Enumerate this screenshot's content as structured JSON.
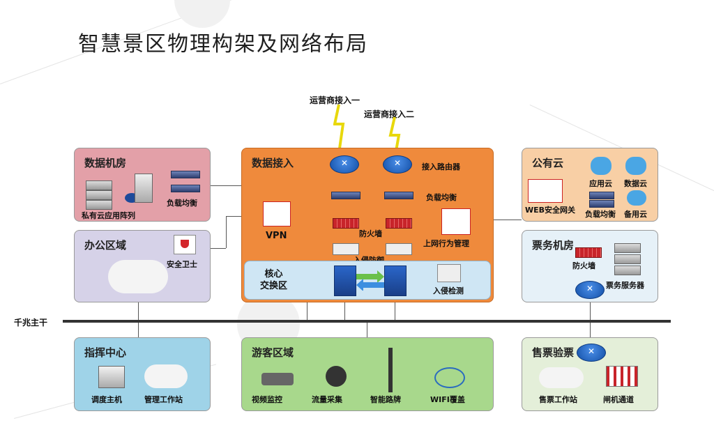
{
  "title": "智慧景区物理构架及网络布局",
  "isp": {
    "line1": "运营商接入一",
    "line2": "运营商接入二"
  },
  "backbone_label": "千兆主干",
  "colors": {
    "data_room": "#e3a0a8",
    "office": "#d6d2e8",
    "access": "#ef8a3c",
    "core": "#cfe6f4",
    "public_cloud": "#f8cfa5",
    "ticket_room": "#e6f1f8",
    "command": "#9fd3e8",
    "visitor": "#a8d88c",
    "ticket_sale": "#e4efd9"
  },
  "boxes": {
    "data_room": {
      "title": "数据机房",
      "items": [
        "私有云应用阵列",
        "负载均衡"
      ]
    },
    "office": {
      "title": "办公区域",
      "items": [
        "安全卫士"
      ]
    },
    "access": {
      "title": "数据接入",
      "items": [
        "接入路由器",
        "负载均衡",
        "防火墙",
        "上网行为管理",
        "入侵防御",
        "VPN"
      ]
    },
    "core": {
      "title": "核心\n交换区",
      "items": [
        "入侵检测"
      ]
    },
    "public_cloud": {
      "title": "公有云",
      "items": [
        "应用云",
        "数据云",
        "WEB安全网关",
        "负载均衡",
        "备用云"
      ]
    },
    "ticket_room": {
      "title": "票务机房",
      "items": [
        "防火墙",
        "票务服务器"
      ]
    },
    "command": {
      "title": "指挥中心",
      "items": [
        "调度主机",
        "管理工作站"
      ]
    },
    "visitor": {
      "title": "游客区域",
      "items": [
        "视频监控",
        "流量采集",
        "智能路牌",
        "WIFI覆盖"
      ]
    },
    "ticket_sale": {
      "title": "售票验票",
      "items": [
        "售票工作站",
        "闸机通道"
      ]
    }
  }
}
